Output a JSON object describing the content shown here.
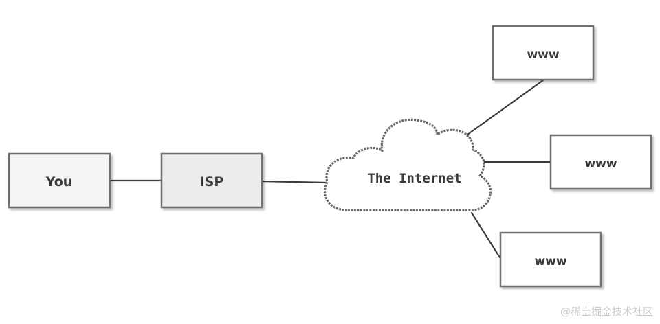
{
  "nodes": {
    "you": {
      "label": "You"
    },
    "isp": {
      "label": "ISP"
    },
    "internet": {
      "label": "The Internet"
    },
    "www_top": {
      "label": "www"
    },
    "www_middle": {
      "label": "www"
    },
    "www_bottom": {
      "label": "www"
    }
  },
  "connections": [
    {
      "from": "you",
      "to": "isp"
    },
    {
      "from": "isp",
      "to": "internet"
    },
    {
      "from": "internet",
      "to": "www_top"
    },
    {
      "from": "internet",
      "to": "www_middle"
    },
    {
      "from": "internet",
      "to": "www_bottom"
    }
  ],
  "watermark": "@稀土掘金技术社区",
  "colors": {
    "box_border": "#6f6f6f",
    "box_fill_light": "#f4f4f4",
    "box_fill_white": "#ffffff",
    "line": "#3b3b3b",
    "text": "#3a3a3a"
  }
}
